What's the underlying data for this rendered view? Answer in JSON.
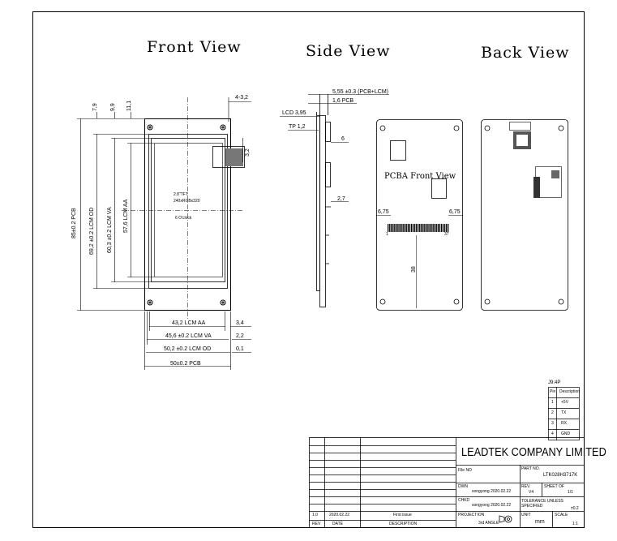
{
  "views": {
    "front": "Front View",
    "side": "Side View",
    "back": "Back View",
    "pcba": "PCBA Front View"
  },
  "front": {
    "top_dims": [
      "7,9",
      "9,9",
      "11,1"
    ],
    "dim_4_3_2": "4-3,2",
    "dim_3_2": "3,2",
    "pcb_height": "85±0.2 PCB",
    "lcm_od_height": "69,2 ±0.2 LCM OD",
    "lcm_va_height": "60,3 ±0.2 LCM VA",
    "lcm_aa_height": "57,6 LCM AA",
    "center_text": [
      "2.8\"TFT",
      "240xRGBx320",
      "6 O'clock"
    ],
    "width_aa": "43,2 LCM AA",
    "width_va": "45,6 ±0.2 LCM VA",
    "width_od": "50,2 ±0.2 LCM OD",
    "width_pcb": "50±0.2 PCB",
    "right_dims": [
      "3,4",
      "2,2",
      "0,1"
    ]
  },
  "side": {
    "total": "5,55 ±0.3 (PCB+LCM)",
    "pcb": "1,6 PCB",
    "lcd": "LCD 3,95",
    "tp": "TP 1,2",
    "d6": "6",
    "d27": "2,7"
  },
  "pcba": {
    "left": "6,75",
    "right": "6,75",
    "pin1": "1",
    "pin37": "37",
    "d38": "38"
  },
  "connector": {
    "title": "J9:4P",
    "header": [
      "Pin",
      "Description"
    ],
    "rows": [
      [
        "1",
        "+5V"
      ],
      [
        "2",
        "TX"
      ],
      [
        "3",
        "RX"
      ],
      [
        "4",
        "GND"
      ]
    ]
  },
  "titleblock": {
    "company": "LEADTEK COMPANY LIMITED",
    "file_no_label": "File NO",
    "part_no_label": "PART NO.",
    "part_no": "LTK028H3717K",
    "dwn_label": "DWN",
    "dwn_value": "songyong 2020.02.22",
    "rev_label": "REV.",
    "rev_value": "V4",
    "sheet_label": "SHEET OF",
    "sheet_value": "1/1",
    "chkd_label": "CHKD",
    "chkd_value": "songyong 2020.02.22",
    "tol_label": "TOLERANCE UNLESS SPECIFIED",
    "tol_value": "±0.2",
    "proj_label": "PROJECTION",
    "proj_value": "3rd ANGLE",
    "unit_label": "UNIT",
    "unit_value": "mm",
    "scale_label": "SCALE",
    "scale_value": "1:1",
    "rev_row": [
      "1.0",
      "2020.02.22",
      "First issue"
    ],
    "rev_head": [
      "REV",
      "DATE",
      "DESCRIPTION"
    ]
  }
}
